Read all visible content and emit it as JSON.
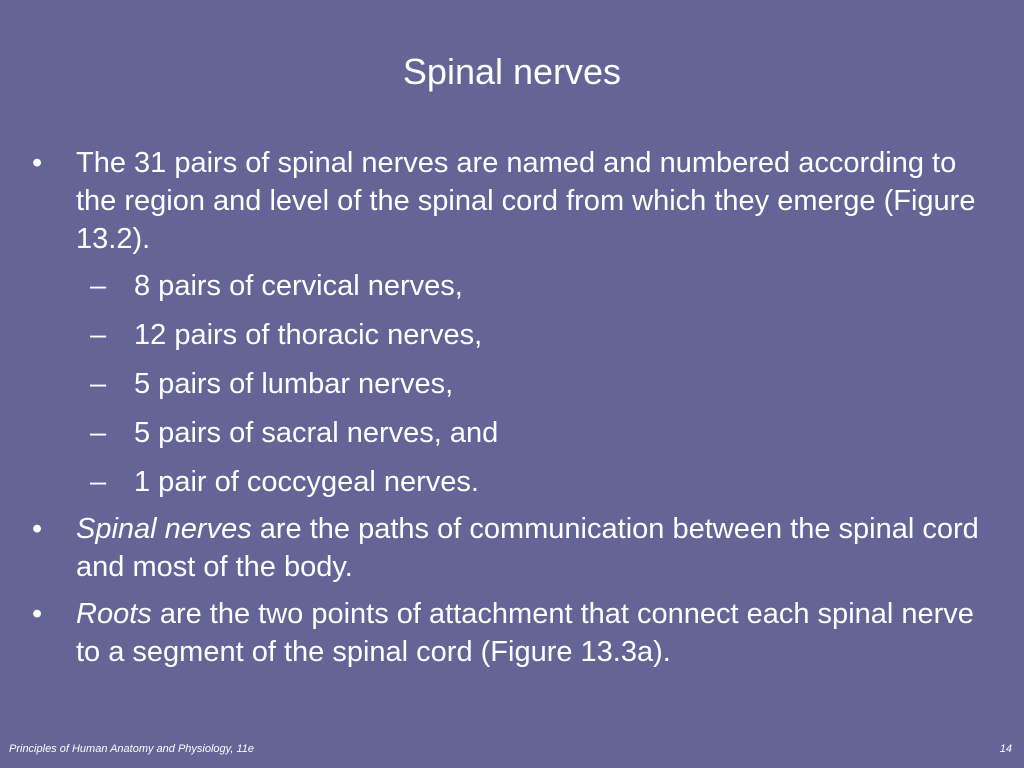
{
  "slide": {
    "title": "Spinal nerves",
    "bullet_mark": "•",
    "sub_mark": "–",
    "bullets": [
      {
        "text": "The 31 pairs of spinal nerves are named and numbered according to the region and level of the spinal cord from which they emerge (Figure 13.2).",
        "sub_items": [
          "8 pairs of cervical nerves,",
          "12 pairs of thoracic nerves,",
          "5 pairs of lumbar nerves,",
          "5 pairs of sacral nerves, and",
          "1 pair of coccygeal nerves."
        ]
      },
      {
        "emphasis": "Spinal nerves",
        "text": " are the paths of communication between the spinal cord and most of the body."
      },
      {
        "emphasis": "Roots",
        "text": " are the two points of attachment that connect each spinal nerve to a segment of the spinal cord (Figure 13.3a)."
      }
    ]
  },
  "footer": {
    "book_title": "Principles of Human Anatomy and Physiology, 11e",
    "page_number": "14"
  },
  "colors": {
    "background": "#646497",
    "text": "#ffffff"
  }
}
